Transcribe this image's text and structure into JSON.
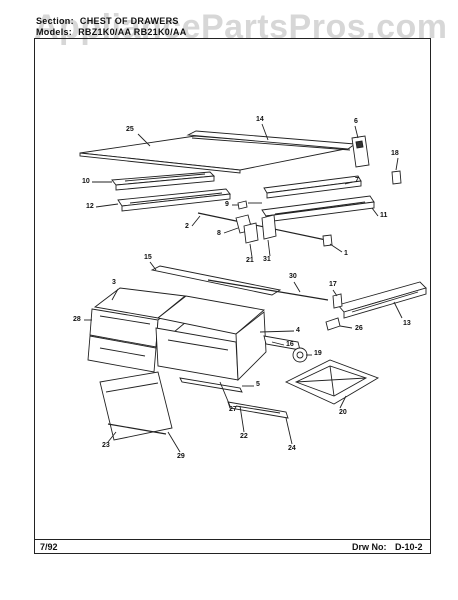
{
  "header": {
    "section_label": "Section:",
    "section_value": "CHEST OF DRAWERS",
    "models_label": "Models:",
    "models_value": "RBZ1K0/AA RB21K0/AA"
  },
  "watermark": "AppliancePartsPros.com",
  "footer": {
    "date": "7/92",
    "drawing_label": "Drw No:",
    "drawing_number": "D-10-2"
  },
  "callouts": {
    "c1": "1",
    "c2": "2",
    "c3": "3",
    "c4": "4",
    "c5": "5",
    "c6": "6",
    "c7": "7",
    "c8": "8",
    "c9": "9",
    "c10": "10",
    "c11": "11",
    "c12": "12",
    "c13": "13",
    "c14": "14",
    "c15": "15",
    "c16": "16",
    "c17": "17",
    "c18": "18",
    "c19": "19",
    "c20": "20",
    "c21": "21",
    "c22": "22",
    "c23": "23",
    "c24": "24",
    "c25": "25",
    "c26": "26",
    "c27": "27",
    "c28": "28",
    "c29": "29",
    "c30": "30",
    "c31": "31"
  }
}
